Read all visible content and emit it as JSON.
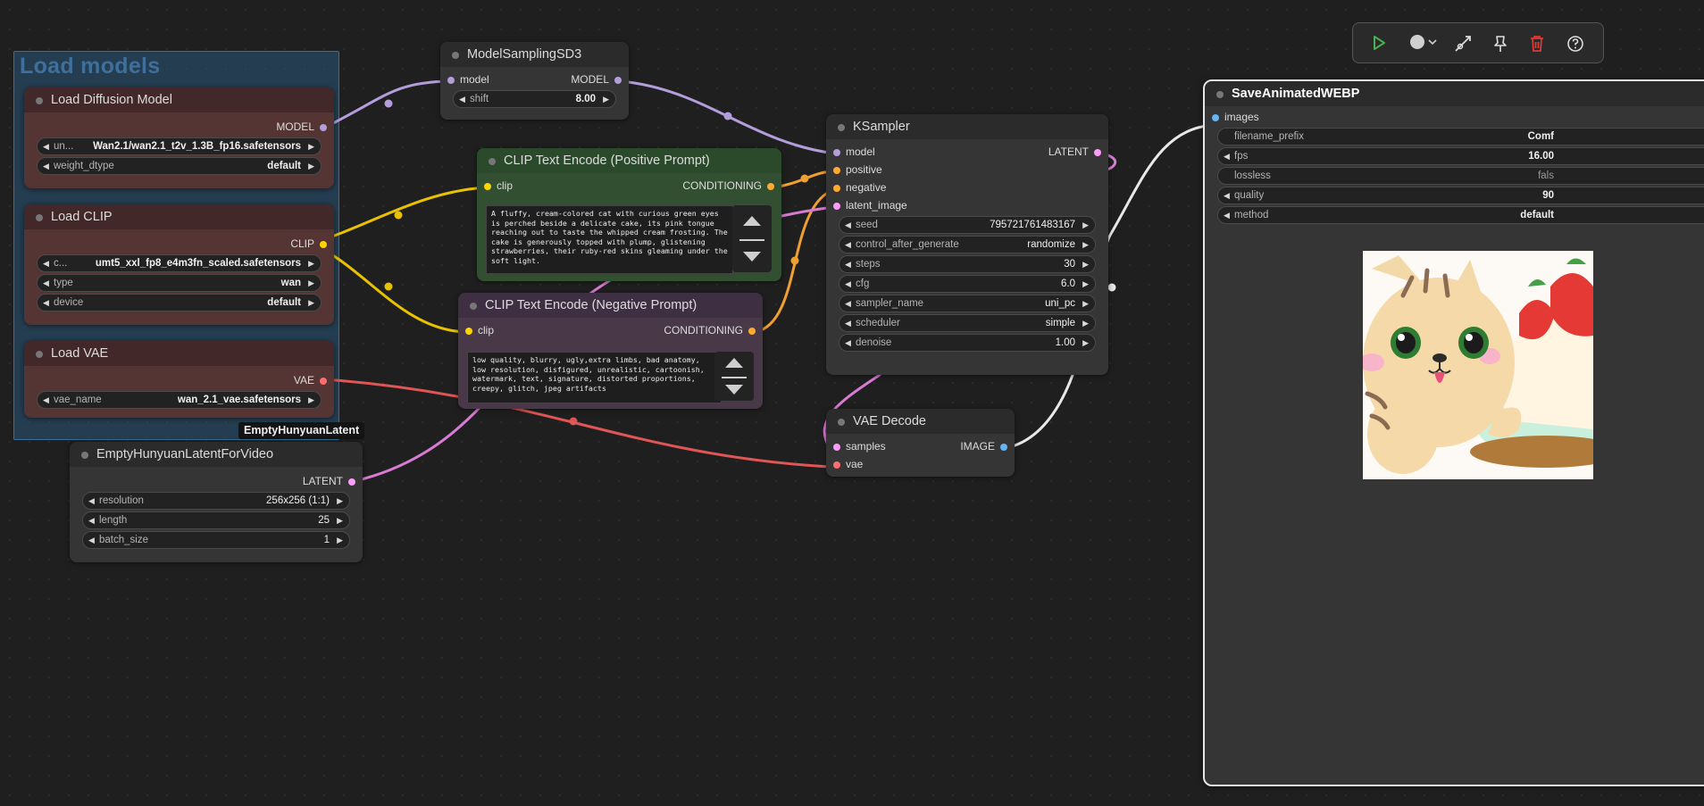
{
  "group": {
    "title": "Load models"
  },
  "toolbar": {
    "icons": [
      "play-icon",
      "circle-menu-icon",
      "chevron-down-icon",
      "bypass-icon",
      "pin-icon",
      "trash-icon",
      "help-icon"
    ]
  },
  "colors": {
    "model": "#b39ddb",
    "clip": "#ffd500",
    "vae": "#ff6e6e",
    "conditioning": "#ffa931",
    "latent": "#ff9cf9",
    "image": "#64b5f6"
  },
  "tooltip": "EmptyHunyuanLatent",
  "nodes": {
    "load_diffusion": {
      "title": "Load Diffusion Model",
      "out_model": "MODEL",
      "w_unet_label": "un...",
      "w_unet_value": "Wan2.1/wan2.1_t2v_1.3B_fp16.safetensors",
      "w_dtype_label": "weight_dtype",
      "w_dtype_value": "default"
    },
    "load_clip": {
      "title": "Load CLIP",
      "out_clip": "CLIP",
      "w_name_label": "c...",
      "w_name_value": "umt5_xxl_fp8_e4m3fn_scaled.safetensors",
      "w_type_label": "type",
      "w_type_value": "wan",
      "w_device_label": "device",
      "w_device_value": "default"
    },
    "load_vae": {
      "title": "Load VAE",
      "out_vae": "VAE",
      "w_name_label": "vae_name",
      "w_name_value": "wan_2.1_vae.safetensors"
    },
    "empty_latent": {
      "title": "EmptyHunyuanLatentForVideo",
      "out_latent": "LATENT",
      "w_res_label": "resolution",
      "w_res_value": "256x256 (1:1)",
      "w_len_label": "length",
      "w_len_value": "25",
      "w_batch_label": "batch_size",
      "w_batch_value": "1"
    },
    "model_sampling": {
      "title": "ModelSamplingSD3",
      "in_model": "model",
      "out_model": "MODEL",
      "w_shift_label": "shift",
      "w_shift_value": "8.00"
    },
    "clip_pos": {
      "title": "CLIP Text Encode (Positive Prompt)",
      "in_clip": "clip",
      "out_cond": "CONDITIONING",
      "text": "A fluffy, cream-colored cat with curious green eyes is perched beside a delicate cake, its pink tongue reaching out to taste the whipped cream frosting. The cake is generously topped with plump, glistening strawberries, their ruby-red skins gleaming under the soft light."
    },
    "clip_neg": {
      "title": "CLIP Text Encode (Negative Prompt)",
      "in_clip": "clip",
      "out_cond": "CONDITIONING",
      "text": "low quality, blurry, ugly,extra limbs, bad anatomy, low resolution, disfigured, unrealistic, cartoonish, watermark, text, signature, distorted proportions, creepy, glitch, jpeg artifacts"
    },
    "ksampler": {
      "title": "KSampler",
      "in_model": "model",
      "in_positive": "positive",
      "in_negative": "negative",
      "in_latent": "latent_image",
      "out_latent": "LATENT",
      "w_seed_label": "seed",
      "w_seed_value": "795721761483167",
      "w_cag_label": "control_after_generate",
      "w_cag_value": "randomize",
      "w_steps_label": "steps",
      "w_steps_value": "30",
      "w_cfg_label": "cfg",
      "w_cfg_value": "6.0",
      "w_sampler_label": "sampler_name",
      "w_sampler_value": "uni_pc",
      "w_sched_label": "scheduler",
      "w_sched_value": "simple",
      "w_denoise_label": "denoise",
      "w_denoise_value": "1.00"
    },
    "vae_decode": {
      "title": "VAE Decode",
      "in_samples": "samples",
      "in_vae": "vae",
      "out_image": "IMAGE"
    },
    "save_webp": {
      "title": "SaveAnimatedWEBP",
      "in_images": "images",
      "w_prefix_label": "filename_prefix",
      "w_prefix_value": "Comf",
      "w_fps_label": "fps",
      "w_fps_value": "16.00",
      "w_lossless_label": "lossless",
      "w_lossless_value": "fals",
      "w_quality_label": "quality",
      "w_quality_value": "90",
      "w_method_label": "method",
      "w_method_value": "default"
    }
  }
}
